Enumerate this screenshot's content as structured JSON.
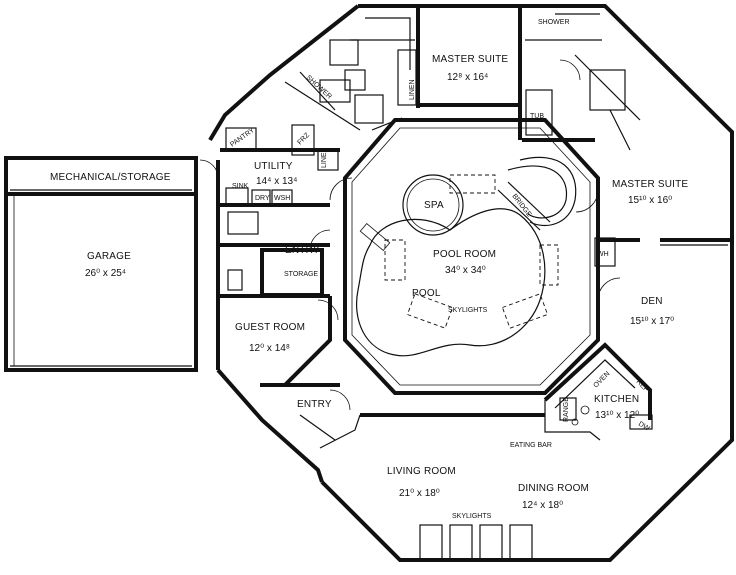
{
  "rooms": {
    "master_suite_top": {
      "name": "MASTER SUITE",
      "dim": "12⁸ x 16⁴"
    },
    "master_suite_right": {
      "name": "MASTER SUITE",
      "dim": "15¹⁰ x 16⁰"
    },
    "mechanical": {
      "name": "MECHANICAL/STORAGE"
    },
    "garage": {
      "name": "GARAGE",
      "dim": "26⁰ x 25⁴"
    },
    "utility": {
      "name": "UTILITY",
      "dim": "14⁴ x 13⁴"
    },
    "pool_room": {
      "name": "POOL ROOM",
      "dim": "34⁰ x 34⁰"
    },
    "spa": {
      "name": "SPA"
    },
    "pool": {
      "name": "POOL"
    },
    "guest_room": {
      "name": "GUEST ROOM",
      "dim": "12⁰ x 14⁸"
    },
    "den": {
      "name": "DEN",
      "dim": "15¹⁰ x 17⁰"
    },
    "kitchen": {
      "name": "KITCHEN",
      "dim": "13¹⁰ x 12⁰"
    },
    "living_room": {
      "name": "LIVING ROOM",
      "dim": "21⁰ x 18⁰"
    },
    "dining_room": {
      "name": "DINING ROOM",
      "dim": "12⁴ x 18⁰"
    },
    "entry_left": {
      "name": "ENTRY"
    },
    "entry_bottom": {
      "name": "ENTRY"
    }
  },
  "fixtures": {
    "shower_top": "SHOWER",
    "shower_left": "SHOWER",
    "tub": "TUB",
    "linen_top": "LINEN",
    "linen_utility": "LINEN",
    "pantry": "PANTRY",
    "frz": "FRZ",
    "sink": "SINK",
    "dry": "DRY",
    "wsh": "WSH",
    "storage": "STORAGE",
    "bridge": "BRIDGE",
    "skylights_pool": "SKYLIGHTS",
    "skylights_living": "SKYLIGHTS",
    "wh": "WH",
    "oven": "OVEN",
    "ref": "REF",
    "range": "RANGE",
    "dw": "DW",
    "eating_bar": "EATING BAR"
  }
}
